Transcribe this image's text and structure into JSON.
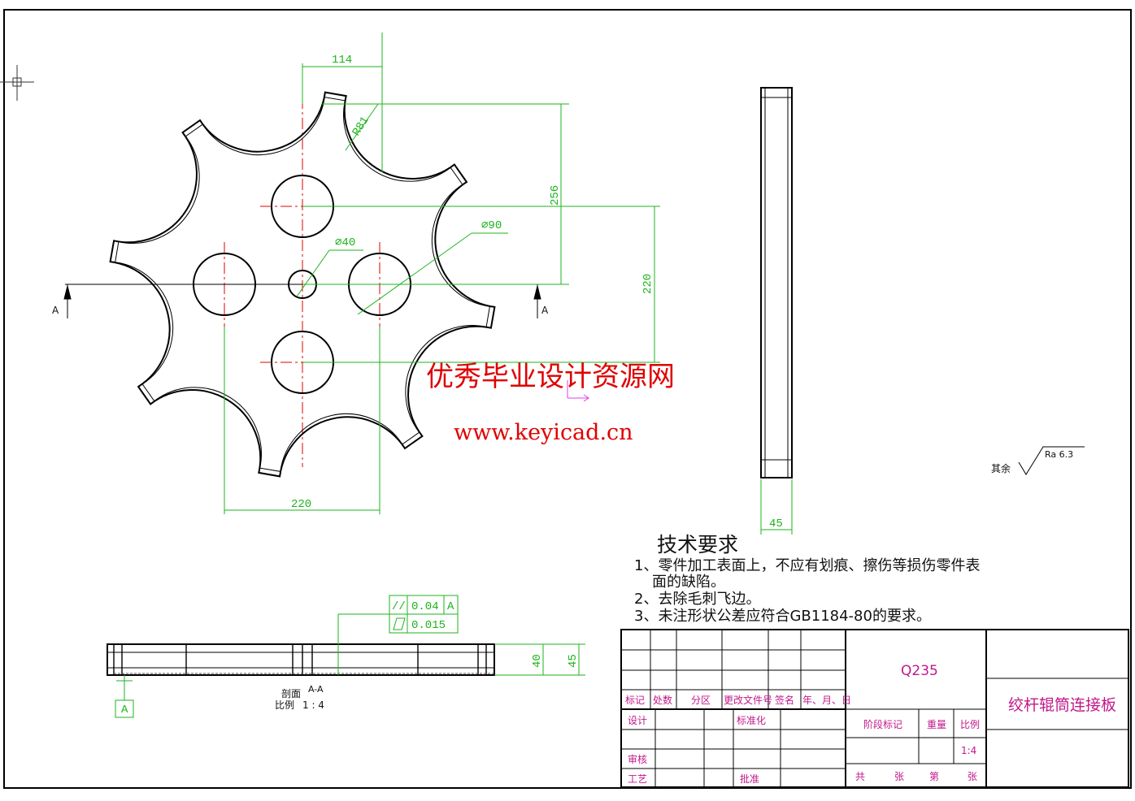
{
  "watermark": {
    "title": "优秀毕业设计资源网",
    "url": "www.keyicad.cn"
  },
  "dimensions": {
    "d114": "114",
    "r81": "R81",
    "d256": "256",
    "d220_v": "220",
    "d220_h": "220",
    "phi90": "⌀90",
    "phi40": "⌀40",
    "d45_side": "45",
    "d40": "40",
    "d45": "45"
  },
  "section": {
    "marker": "A",
    "name": "剖面",
    "view": "A-A",
    "scale_label": "比例",
    "scale": "1 : 4"
  },
  "tolerance": {
    "parallel_symbol": "//",
    "parallel_value": "0.04",
    "datum": "A",
    "flat_value": "0.015",
    "datum_box": "A"
  },
  "roughness": {
    "label": "其余",
    "value": "Ra  6.3"
  },
  "tech": {
    "title": "技术要求",
    "line1": "1、零件加工表面上，不应有划痕、擦伤等损伤零件表",
    "line1b": "面的缺陷。",
    "line2": "2、去除毛刺飞边。",
    "line3": "3、未注形状公差应符合GB1184-80的要求。"
  },
  "titleblock": {
    "material": "Q235",
    "part_name": "绞杆辊筒连接板",
    "row_mark": "标记",
    "row_count": "处数",
    "row_zone": "分区",
    "row_doc": "更改文件号",
    "row_sign": "签名",
    "row_date": "年、月、日",
    "design": "设计",
    "standard": "标准化",
    "stage": "阶段标记",
    "weight": "重量",
    "ratio": "比例",
    "ratio_value": "1:4",
    "review": "审核",
    "process": "工艺",
    "approve": "批准",
    "total": "共",
    "sheets": "张",
    "sheet_no": "第",
    "sheet_unit": "张"
  }
}
